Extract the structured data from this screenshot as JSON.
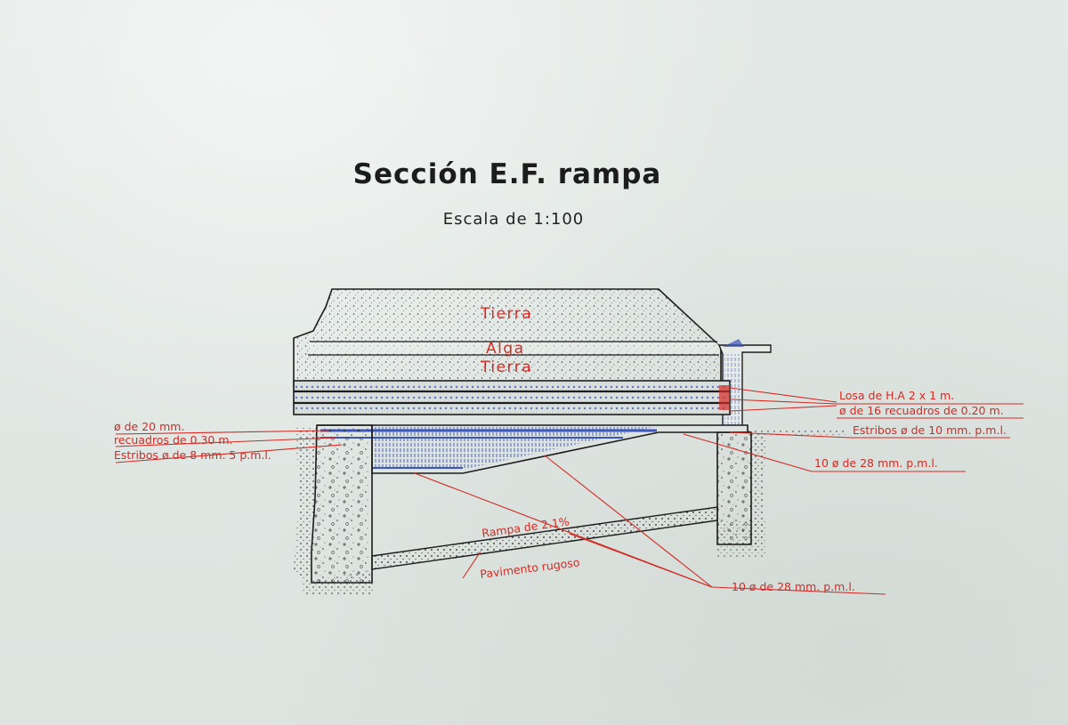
{
  "header": {
    "title": "Sección E.F. rampa",
    "scale": "Escala de 1:100"
  },
  "layers": {
    "tierra_top": "Tierra",
    "alga": "Alga",
    "tierra_mid": "Tierra"
  },
  "annotations": {
    "losa": "Losa de H.A 2 x 1 m.",
    "losa_bars": "ø de 16 recuadros de 0.20 m.",
    "estribos_right": "Estribos ø de 10 mm. p.m.l.",
    "bars_28_upper": "10 ø de 28 mm. p.m.l.",
    "bars_20": "ø de 20 mm.",
    "recuadros": "recuadros de 0.30 m.",
    "estribos_left": "Estribos ø de 8 mm. 5 p.m.l.",
    "rampa": "Rampa de 2.1%",
    "pavimento": "Pavimento rugoso",
    "bars_28_lower": "10 ø de 28 mm. p.m.l."
  },
  "colors": {
    "ink": "#1c1c1c",
    "annotation_red": "#d42a24",
    "rebar_blue": "#3a55b8",
    "paper": "#e3e9e6"
  }
}
